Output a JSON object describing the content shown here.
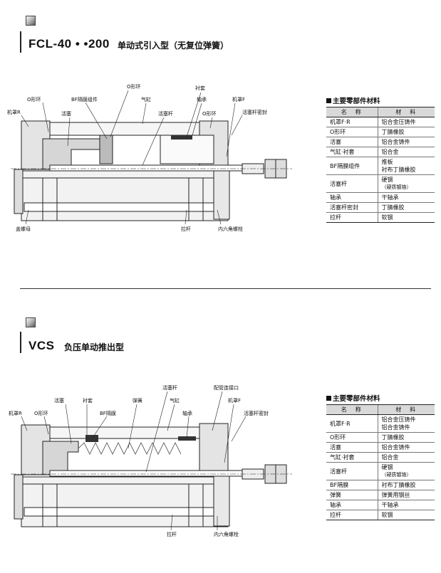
{
  "section1": {
    "code": "FCL-40 • •200",
    "subtitle": "单动式引入型（无复位弹簧）",
    "labels": {
      "cover_r": "机罩R",
      "o_ring_left": "O形环",
      "bf_group": "BF隔膜组件",
      "piston": "活塞",
      "o_ring_top": "O形环",
      "cylinder": "气缸",
      "piston_rod": "活塞杆",
      "sleeve": "衬套",
      "bearing": "轴承",
      "o_ring_right": "O形环",
      "cover_f": "机罩F",
      "rod_seal": "活塞杆密封",
      "cap_nut": "盖螺母",
      "tie_rod": "拉杆",
      "hex_bolt": "内六角螺栓"
    },
    "materials": {
      "title": "主要零部件材料",
      "headers": [
        "名　称",
        "材　料"
      ],
      "rows": [
        {
          "name": "机罩F·R",
          "material": "铝合金压铸件"
        },
        {
          "name": "O形环",
          "material": "丁腈橡胶"
        },
        {
          "name": "活塞",
          "material": "铝合金铸件"
        },
        {
          "name": "气缸·衬套",
          "material": "铝合金"
        },
        {
          "name": "BF隔膜组件",
          "material": "推板",
          "material2": "衬布丁腈橡胶"
        },
        {
          "name": "活塞杆",
          "material": "硬钢",
          "material2": "（硬质镀铬）"
        },
        {
          "name": "轴承",
          "material": "干轴承"
        },
        {
          "name": "活塞杆密封",
          "material": "丁腈橡胶"
        },
        {
          "name": "拉杆",
          "material": "软钢"
        }
      ]
    }
  },
  "section2": {
    "code": "VCS",
    "subtitle": "负压单动推出型",
    "labels": {
      "cover_r": "机罩R",
      "o_ring": "O形环",
      "piston": "活塞",
      "sleeve": "衬套",
      "bf_diaphragm": "BF隔膜",
      "spring": "弹簧",
      "piston_rod": "活塞杆",
      "cylinder": "气缸",
      "bearing": "轴承",
      "port": "配管连接口",
      "cover_f": "机罩F",
      "rod_seal": "活塞杆密封",
      "tie_rod": "拉杆",
      "hex_bolt": "内六角螺栓"
    },
    "materials": {
      "title": "主要零部件材料",
      "headers": [
        "名　称",
        "材　料"
      ],
      "rows": [
        {
          "name": "机罩F·R",
          "material": "铝合金压铸件",
          "material2": "铝合金铸件"
        },
        {
          "name": "O形环",
          "material": "丁腈橡胶"
        },
        {
          "name": "活塞",
          "material": "铝合金铸件"
        },
        {
          "name": "气缸·衬套",
          "material": "铝合金"
        },
        {
          "name": "活塞杆",
          "material": "硬钢",
          "material2": "（硬质镀铬）"
        },
        {
          "name": "BF隔膜",
          "material": "衬布丁腈橡胶"
        },
        {
          "name": "弹簧",
          "material": "弹簧用钢丝"
        },
        {
          "name": "轴承",
          "material": "干轴承"
        },
        {
          "name": "拉杆",
          "material": "软钢"
        }
      ]
    }
  }
}
